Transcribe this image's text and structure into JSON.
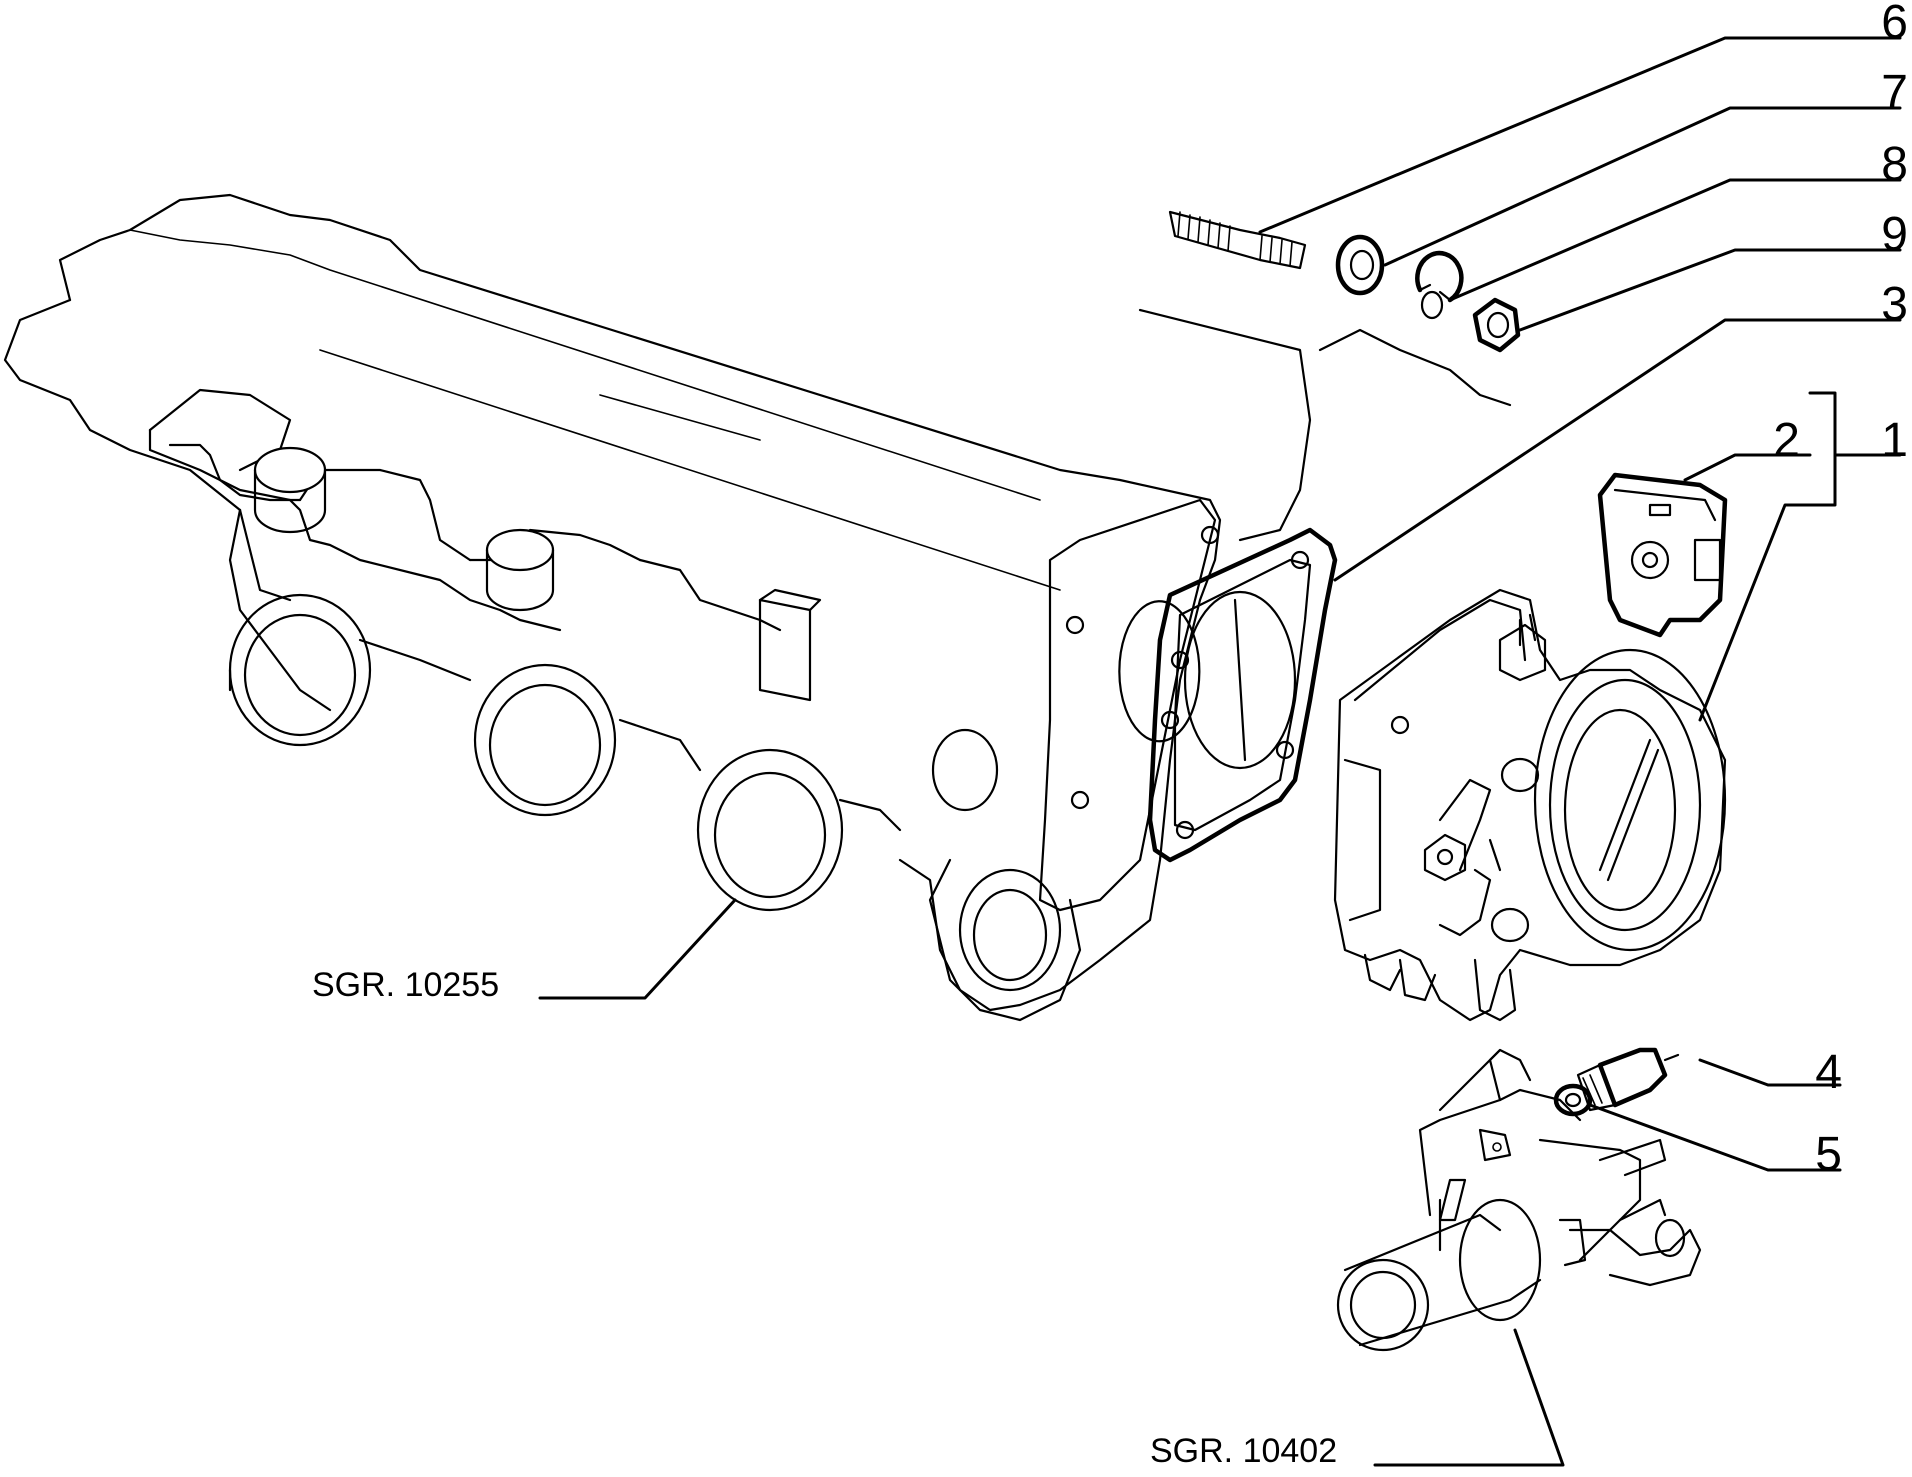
{
  "callouts": [
    {
      "id": "1",
      "label": "1"
    },
    {
      "id": "2",
      "label": "2"
    },
    {
      "id": "3",
      "label": "3"
    },
    {
      "id": "4",
      "label": "4"
    },
    {
      "id": "5",
      "label": "5"
    },
    {
      "id": "6",
      "label": "6"
    },
    {
      "id": "7",
      "label": "7"
    },
    {
      "id": "8",
      "label": "8"
    },
    {
      "id": "9",
      "label": "9"
    }
  ],
  "references": [
    {
      "id": "manifold",
      "label": "SGR. 10255"
    },
    {
      "id": "thermostat",
      "label": "SGR. 10402"
    }
  ]
}
